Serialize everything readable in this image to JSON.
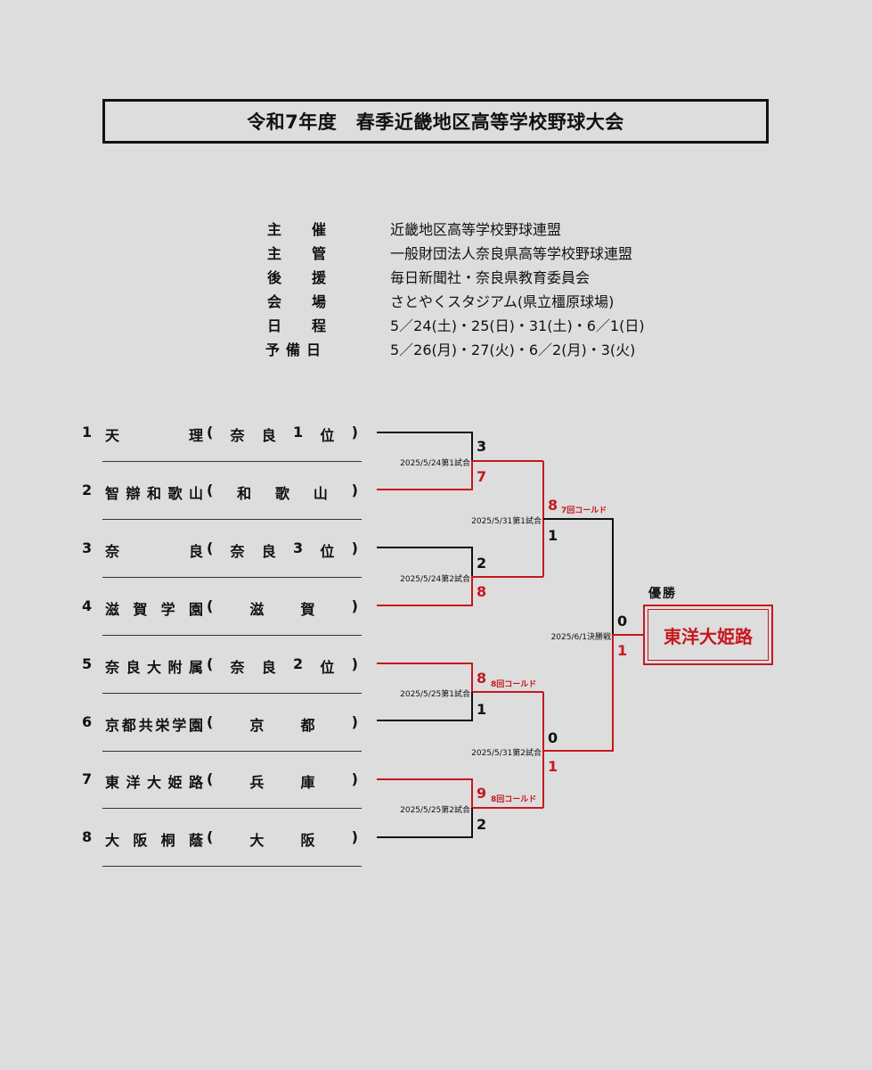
{
  "title": "令和7年度　春季近畿地区高等学校野球大会",
  "info": [
    {
      "label": [
        "主",
        "催"
      ],
      "value": "近畿地区高等学校野球連盟"
    },
    {
      "label": [
        "主",
        "管"
      ],
      "value": "一般財団法人奈良県高等学校野球連盟"
    },
    {
      "label": [
        "後",
        "援"
      ],
      "value": "毎日新聞社・奈良県教育委員会"
    },
    {
      "label": [
        "会",
        "場"
      ],
      "value": "さとやくスタジアム(県立橿原球場)"
    },
    {
      "label": [
        "日",
        "程"
      ],
      "value": "5／24(土)・25(日)・31(土)・6／1(日)"
    },
    {
      "label": [
        "予",
        "備",
        "日"
      ],
      "value": "5／26(月)・27(火)・6／2(月)・3(火)"
    }
  ],
  "teams": [
    {
      "seed": "1",
      "name": [
        "天",
        "理"
      ],
      "pref": [
        "(",
        "奈",
        "良",
        "1",
        "位",
        ")"
      ]
    },
    {
      "seed": "2",
      "name": [
        "智",
        "辯",
        "和",
        "歌",
        "山"
      ],
      "pref": [
        "(",
        "和",
        "歌",
        "山",
        ")"
      ]
    },
    {
      "seed": "3",
      "name": [
        "奈",
        "良"
      ],
      "pref": [
        "(",
        "奈",
        "良",
        "3",
        "位",
        ")"
      ]
    },
    {
      "seed": "4",
      "name": [
        "滋",
        "賀",
        "学",
        "園"
      ],
      "pref": [
        "(",
        "滋",
        "賀",
        ")"
      ]
    },
    {
      "seed": "5",
      "name": [
        "奈",
        "良",
        "大",
        "附",
        "属"
      ],
      "pref": [
        "(",
        "奈",
        "良",
        "2",
        "位",
        ")"
      ]
    },
    {
      "seed": "6",
      "name": [
        "京",
        "都",
        "共",
        "栄",
        "学",
        "園"
      ],
      "pref": [
        "(",
        "京",
        "都",
        ")"
      ]
    },
    {
      "seed": "7",
      "name": [
        "東",
        "洋",
        "大",
        "姫",
        "路"
      ],
      "pref": [
        "(",
        "兵",
        "庫",
        ")"
      ]
    },
    {
      "seed": "8",
      "name": [
        "大",
        "阪",
        "桐",
        "蔭"
      ],
      "pref": [
        "(",
        "大",
        "阪",
        ")"
      ]
    }
  ],
  "matches": {
    "m1": {
      "label": "2025/5/24第1試合",
      "top_score": "3",
      "bottom_score": "7"
    },
    "m2": {
      "label": "2025/5/24第2試合",
      "top_score": "2",
      "bottom_score": "8"
    },
    "m3": {
      "label": "2025/5/25第1試合",
      "top_score": "8",
      "top_note": "8回コールド",
      "bottom_score": "1"
    },
    "m4": {
      "label": "2025/5/25第2試合",
      "top_score": "9",
      "top_note": "8回コールド",
      "bottom_score": "2"
    },
    "sf1": {
      "label": "2025/5/31第1試合",
      "top_score": "8",
      "top_note": "7回コールド",
      "bottom_score": "1"
    },
    "sf2": {
      "label": "2025/5/31第2試合",
      "top_score": "0",
      "bottom_score": "1"
    },
    "final": {
      "label": "2025/6/1決勝戦",
      "top_score": "0",
      "bottom_score": "1"
    }
  },
  "champion_label": "優勝",
  "champion": "東洋大姫路",
  "colors": {
    "win": "#c8171e",
    "line": "#111111"
  }
}
